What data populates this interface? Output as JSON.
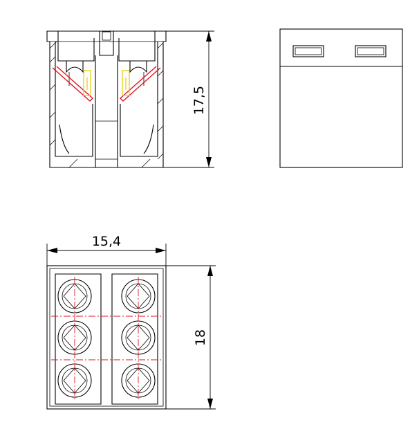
{
  "dimensions": {
    "height": "17,5",
    "width": "15,4",
    "depth": "18"
  },
  "colors": {
    "line": "#000000",
    "contact_spring": "#e0141e",
    "conductor": "#e6c800",
    "centerline": "#e0141e",
    "background": "#ffffff"
  }
}
